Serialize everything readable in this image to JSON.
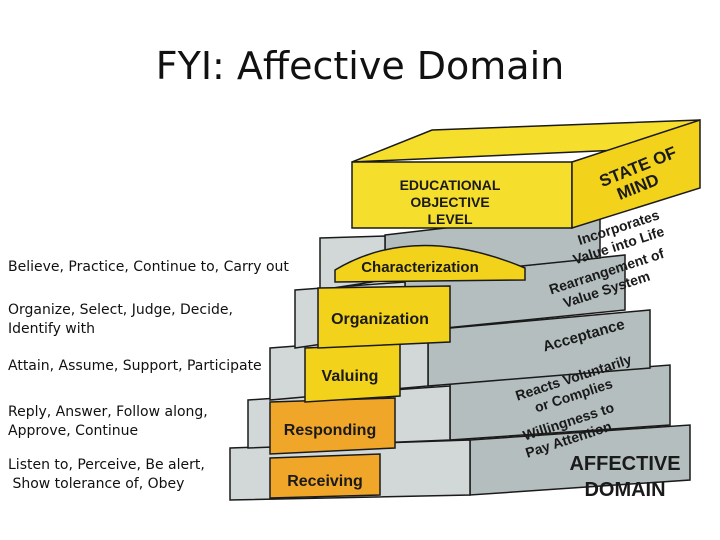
{
  "slide": {
    "title": "FYI:  Affective Domain"
  },
  "verbs": [
    {
      "lines": [
        "Believe, Practice, Continue to, Carry out"
      ]
    },
    {
      "lines": [
        "Organize, Select, Judge, Decide,",
        "Identify with"
      ]
    },
    {
      "lines": [
        "Attain, Assume, Support, Participate"
      ]
    },
    {
      "lines": [
        "Reply, Answer, Follow along,",
        "Approve, Continue"
      ]
    },
    {
      "lines": [
        "Listen to, Perceive, Be alert,",
        " Show tolerance of, Obey"
      ]
    }
  ],
  "diagram": {
    "header_lines": [
      "EDUCATIONAL",
      "OBJECTIVE",
      "LEVEL"
    ],
    "state_of_mind_lines": [
      "STATE OF",
      "MIND"
    ],
    "domain_label_lines": [
      "AFFECTIVE",
      "DOMAIN"
    ],
    "levels": [
      {
        "name": "Characterization",
        "description_lines": [
          "Incorporates",
          "Value into Life"
        ]
      },
      {
        "name": "Organization",
        "description_lines": [
          "Rearrangement of",
          "Value System"
        ]
      },
      {
        "name": "Valuing",
        "description_lines": [
          "Acceptance"
        ]
      },
      {
        "name": "Responding",
        "description_lines": [
          "Reacts Voluntarily",
          "or Complies"
        ]
      },
      {
        "name": "Receiving",
        "description_lines": [
          "Willingness to",
          "Pay Attention"
        ]
      }
    ],
    "colors": {
      "yellow": "#f2d21a",
      "orange": "#f0a628",
      "step_gray": "#d2d8d8",
      "side_gray": "#b4bebe",
      "top_box": "#f5de2c",
      "outline": "#1a1a1a"
    }
  }
}
